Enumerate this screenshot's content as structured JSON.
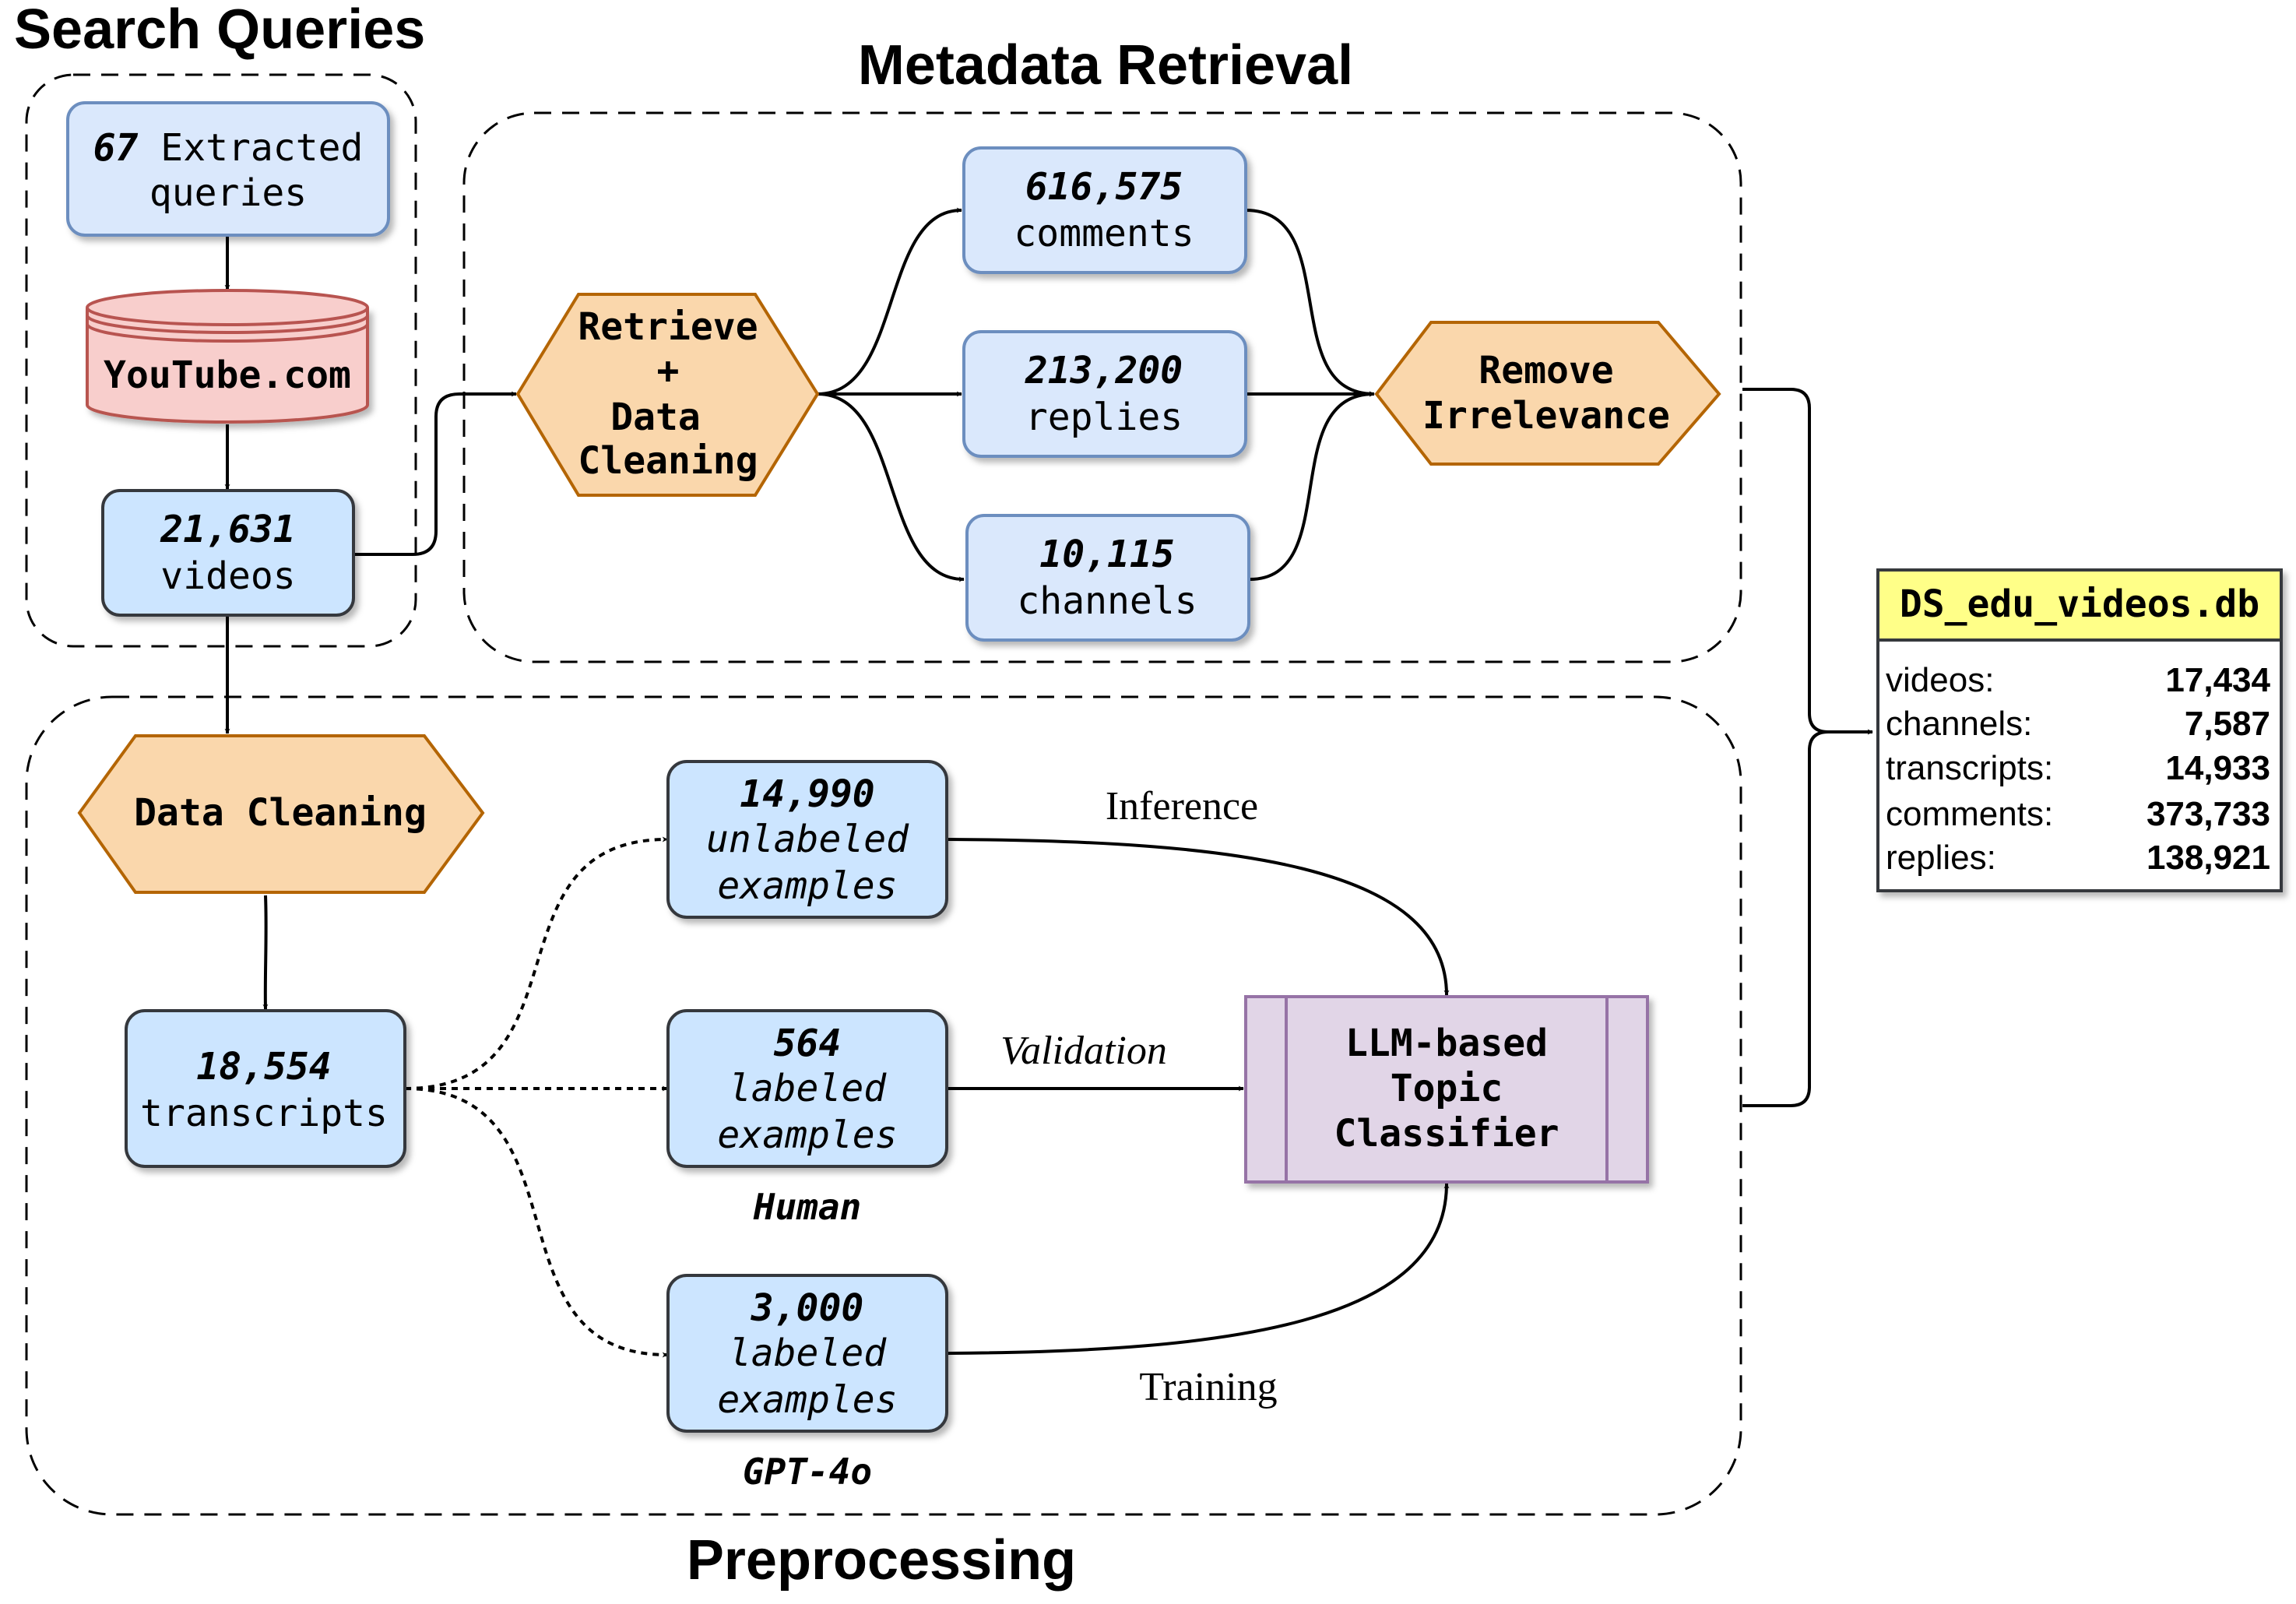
{
  "sections": {
    "search_queries": "Search Queries",
    "metadata_retrieval": "Metadata Retrieval",
    "preprocessing": "Preprocessing"
  },
  "nodes": {
    "queries": {
      "count": "67",
      "label": "Extracted",
      "label2": "queries"
    },
    "youtube": {
      "label": "YouTube.com"
    },
    "videos": {
      "count": "21,631",
      "label": "videos"
    },
    "retrieve": {
      "line1": "Retrieve",
      "line2": "+",
      "line3": "Data",
      "line4": "Cleaning"
    },
    "comments": {
      "count": "616,575",
      "label": "comments"
    },
    "replies": {
      "count": "213,200",
      "label": "replies"
    },
    "channels": {
      "count": "10,115",
      "label": "channels"
    },
    "remove": {
      "line1": "Remove",
      "line2": "Irrelevance"
    },
    "data_cleaning": {
      "label": "Data Cleaning"
    },
    "transcripts": {
      "count": "18,554",
      "label": "transcripts"
    },
    "unlabeled": {
      "count": "14,990",
      "line1": "unlabeled",
      "line2": "examples"
    },
    "human_labeled": {
      "count": "564",
      "line1": "labeled",
      "line2": "examples",
      "caption": "Human"
    },
    "gpt_labeled": {
      "count": "3,000",
      "line1": "labeled",
      "line2": "examples",
      "caption": "GPT-4o"
    },
    "classifier": {
      "line1": "LLM-based",
      "line2": "Topic",
      "line3": "Classifier"
    }
  },
  "edge_labels": {
    "inference": "Inference",
    "validation": "Validation",
    "training": "Training"
  },
  "database": {
    "title": "DS_edu_videos.db",
    "rows": [
      {
        "label": "videos:",
        "value": "17,434"
      },
      {
        "label": "channels:",
        "value": "7,587"
      },
      {
        "label": "transcripts:",
        "value": "14,933"
      },
      {
        "label": "comments:",
        "value": "373,733"
      },
      {
        "label": "replies:",
        "value": "138,921"
      }
    ]
  },
  "colors": {
    "blue_fill": "#dae8fc",
    "blue_fill_alt": "#cce5ff",
    "blue_stroke": "#6c8ebf",
    "dark_stroke": "#36393d",
    "orange_fill": "#fad7ac",
    "orange_stroke": "#b46504",
    "red_fill": "#f8cecc",
    "red_stroke": "#b85450",
    "purple_fill": "#e1d5e7",
    "purple_stroke": "#9673a6",
    "yellow_fill": "#ffff88",
    "db_stroke": "#36393d"
  }
}
